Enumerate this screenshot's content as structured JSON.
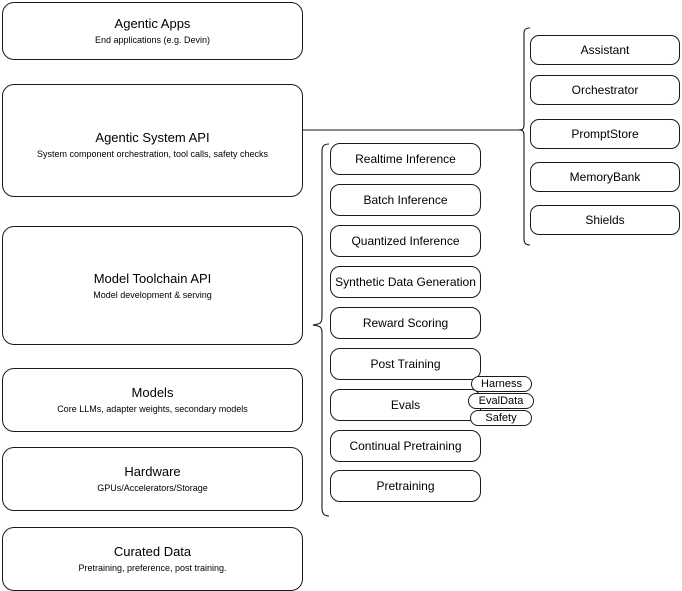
{
  "diagram": {
    "title": "AI stack layers with agentic system and model toolchain APIs",
    "stroke_color": "#1a1a1a",
    "background_color": "#ffffff"
  },
  "left_stack": {
    "items": [
      {
        "title": "Agentic Apps",
        "subtitle": "End applications (e.g. Devin)"
      },
      {
        "title": "Agentic System API",
        "subtitle": "System component orchestration, tool calls, safety checks"
      },
      {
        "title": "Model Toolchain API",
        "subtitle": "Model development & serving"
      },
      {
        "title": "Models",
        "subtitle": "Core LLMs, adapter weights, secondary models"
      },
      {
        "title": "Hardware",
        "subtitle": "GPUs/Accelerators/Storage"
      },
      {
        "title": "Curated Data",
        "subtitle": "Pretraining, preference, post training."
      }
    ]
  },
  "middle_column": {
    "items": [
      {
        "label": "Realtime Inference"
      },
      {
        "label": "Batch Inference"
      },
      {
        "label": "Quantized Inference"
      },
      {
        "label": "Synthetic Data Generation"
      },
      {
        "label": "Reward Scoring"
      },
      {
        "label": "Post Training"
      },
      {
        "label": "Evals"
      },
      {
        "label": "Continual Pretraining"
      },
      {
        "label": "Pretraining"
      }
    ]
  },
  "eval_pills": {
    "items": [
      {
        "label": "Harness"
      },
      {
        "label": "EvalData"
      },
      {
        "label": "Safety"
      }
    ]
  },
  "right_column": {
    "items": [
      {
        "label": "Assistant"
      },
      {
        "label": "Orchestrator"
      },
      {
        "label": "PromptStore"
      },
      {
        "label": "MemoryBank"
      },
      {
        "label": "Shields"
      }
    ]
  }
}
